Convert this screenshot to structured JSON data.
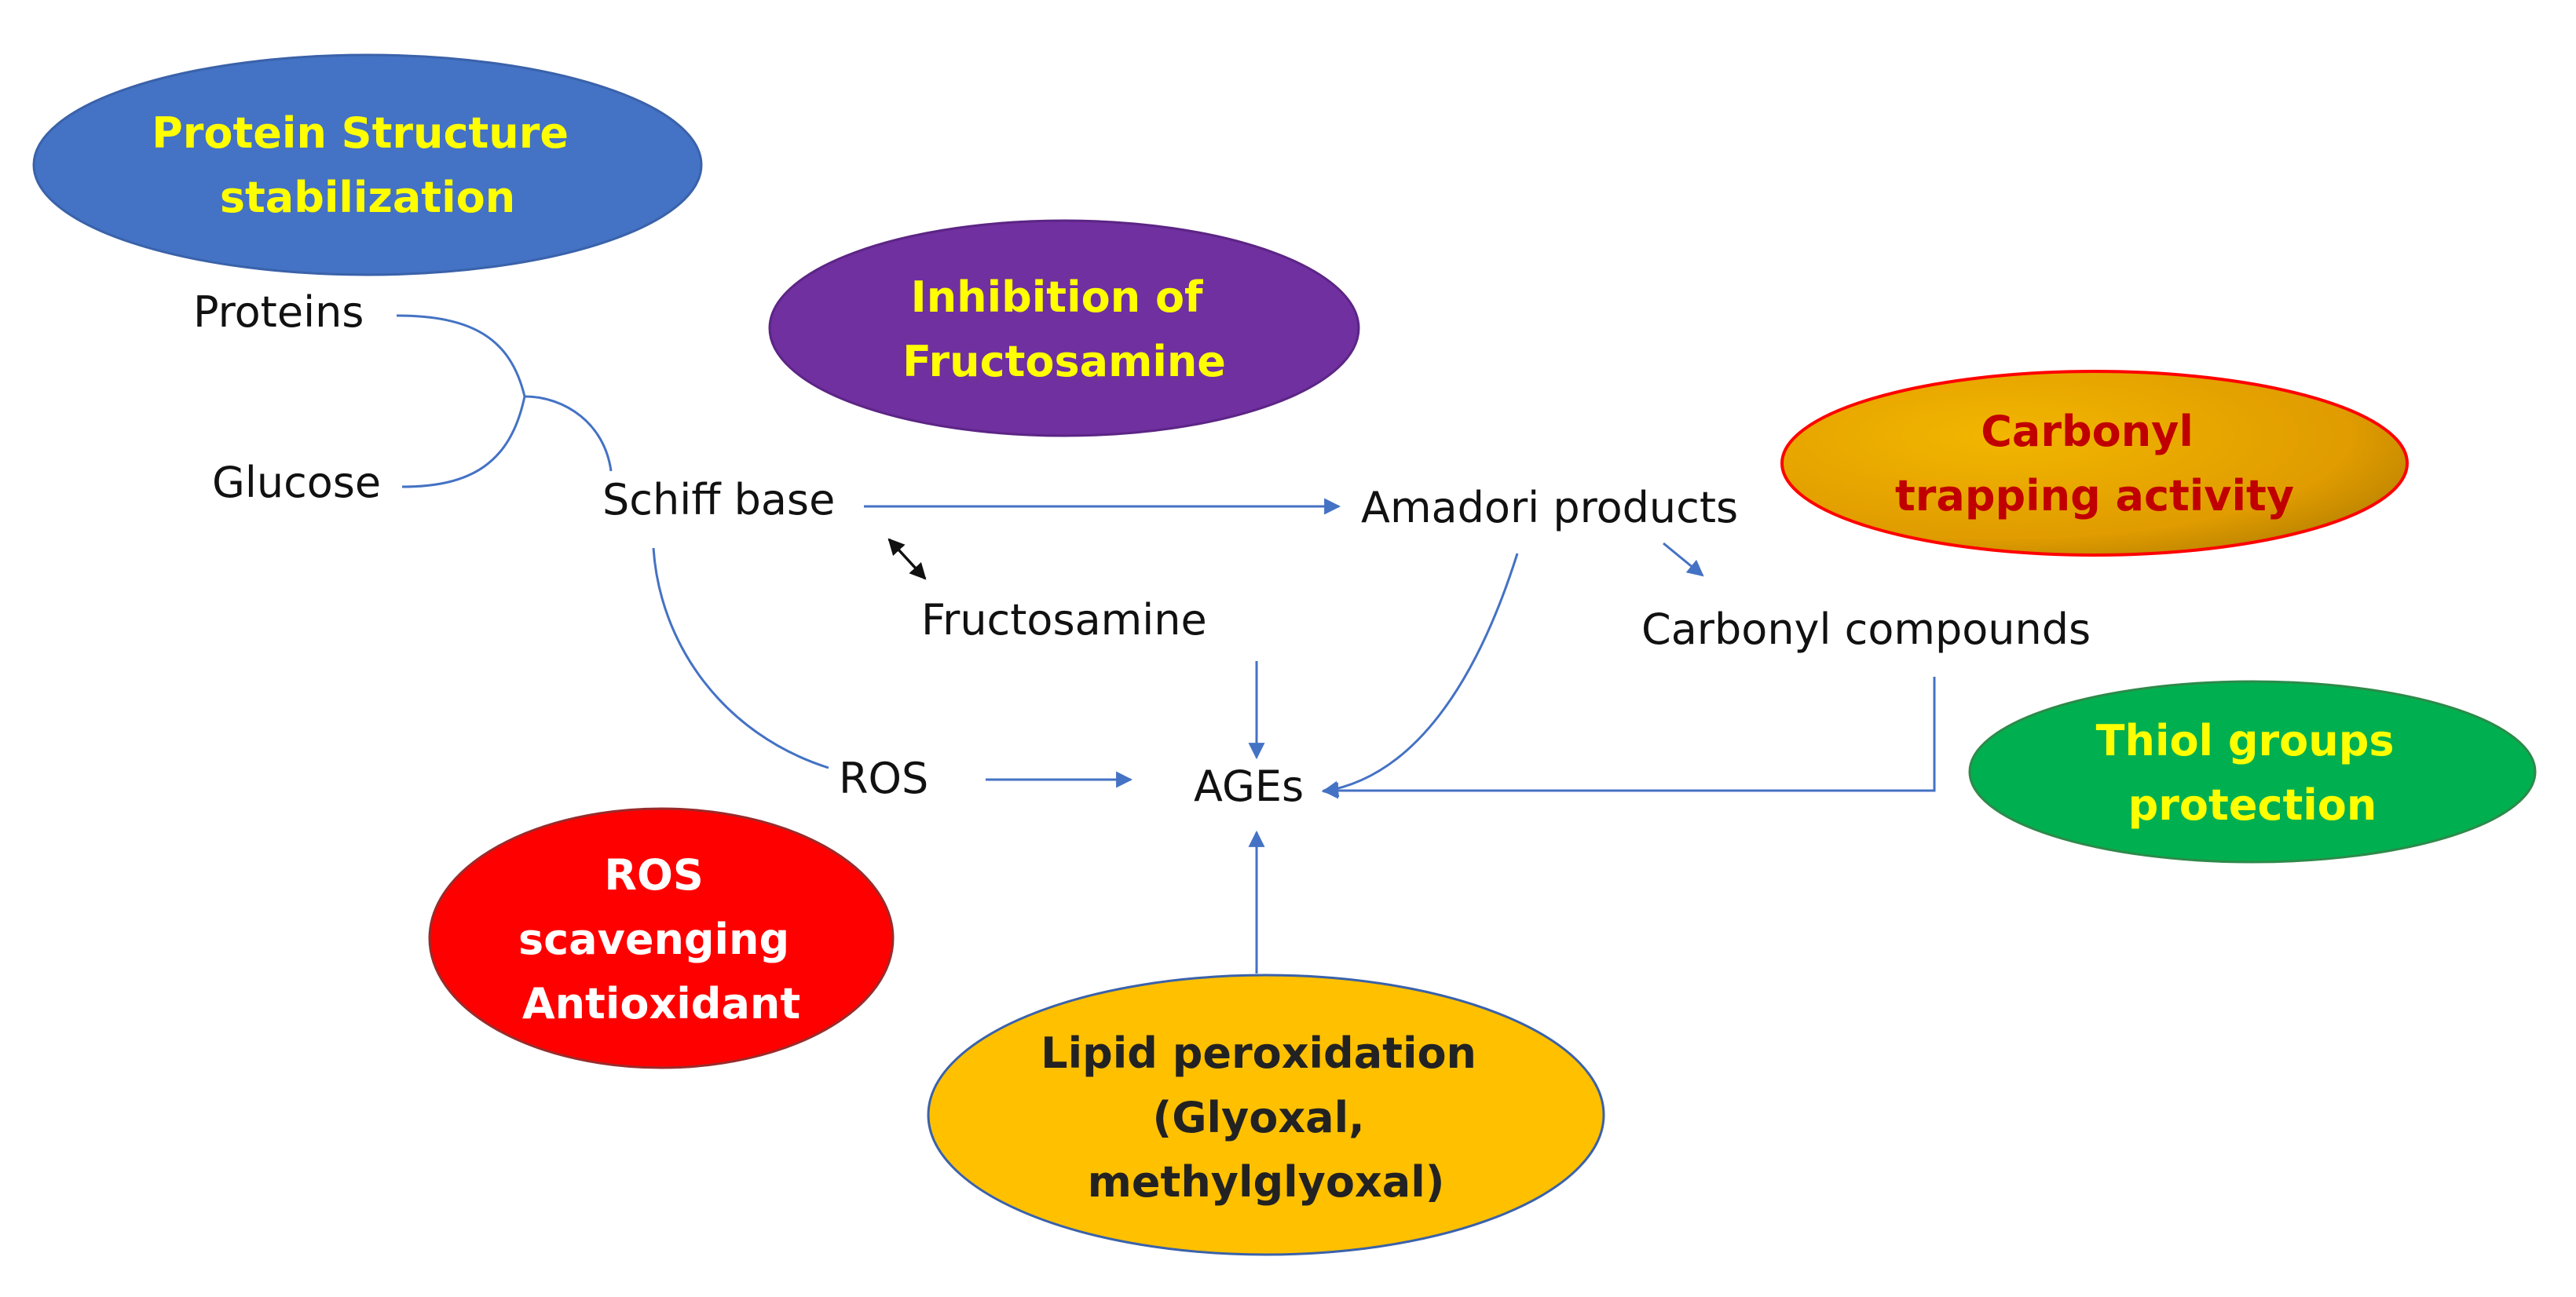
{
  "nodes": {
    "proteins": "Proteins",
    "glucose": "Glucose",
    "schiff_base": "Schiff base",
    "amadori_products": "Amadori products",
    "fructosamine": "Fructosamine",
    "carbonyl_compounds": "Carbonyl compounds",
    "ros": "ROS",
    "ages": "AGEs"
  },
  "mechanisms": {
    "protein_structure": {
      "lines": [
        "Protein Structure",
        "stabilization"
      ],
      "fill": "#4472c4",
      "text_color": "#ffff00"
    },
    "inhibition_fructosamine": {
      "lines": [
        "Inhibition of",
        "Fructosamine"
      ],
      "fill": "#7030a0",
      "text_color": "#ffff00"
    },
    "carbonyl_trapping": {
      "lines": [
        "Carbonyl",
        "trapping activity"
      ],
      "fill": "#e8a300",
      "border": "#ff0000",
      "text_color": "#c00000"
    },
    "thiol_groups": {
      "lines": [
        "Thiol groups",
        "protection"
      ],
      "fill": "#00b050",
      "text_color": "#ffff00"
    },
    "ros_scavenging": {
      "lines": [
        "ROS",
        "scavenging",
        "Antioxidant"
      ],
      "fill": "#ff0000",
      "text_color": "#ffffff"
    },
    "lipid_peroxidation": {
      "lines": [
        "Lipid peroxidation",
        "(Glyoxal,",
        "methylglyoxal)"
      ],
      "fill": "#ffc000",
      "text_color": "#222222"
    }
  },
  "colors": {
    "connector": "#4472c4",
    "text": "#111111"
  }
}
